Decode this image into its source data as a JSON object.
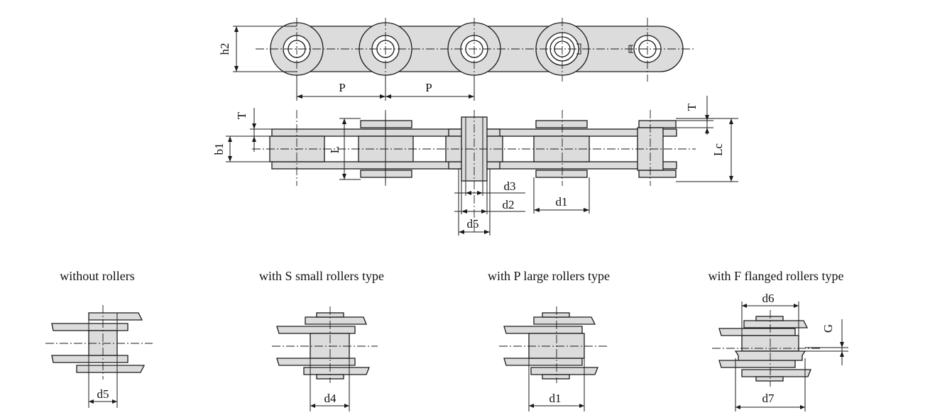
{
  "labels": {
    "h2": "h2",
    "P_left": "P",
    "P_right": "P",
    "T_left": "T",
    "T_right": "T",
    "b1": "b1",
    "L": "L",
    "Lc": "Lc",
    "d3": "d3",
    "d2": "d2",
    "d1": "d1",
    "d5": "d5"
  },
  "variants": [
    {
      "title": "without rollers",
      "dims": [
        "d5"
      ]
    },
    {
      "title": "with S small  rollers type",
      "dims": [
        "d4"
      ]
    },
    {
      "title": "with P large rollers type",
      "dims": [
        "d1"
      ]
    },
    {
      "title": "with F flanged rollers type",
      "dims": [
        "d6",
        "G",
        "d7"
      ]
    }
  ]
}
